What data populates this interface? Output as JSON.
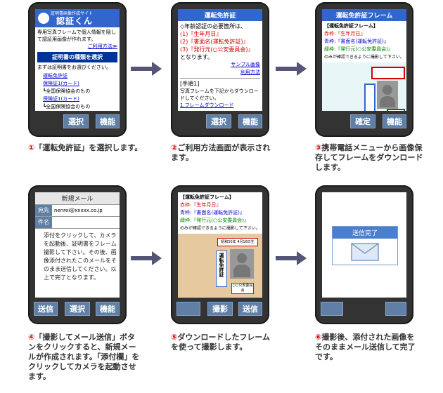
{
  "steps": [
    {
      "caption_num": "①",
      "caption": "「運転免許証」を選択します。",
      "screen": {
        "site_small": "証明書画像作成サイト",
        "logo": "認証くん",
        "intro": "専用写真フレームで個人情報を隠して認証用画像が作れます。",
        "usage_link": "ご利用方法≫",
        "select_bar": "証明書の種類を選択",
        "prompt": "まずは証明書をお選びください。",
        "items": [
          "運転免許証",
          "保険証1(カード)",
          "┗全国保険協会のもの",
          "保険証1(カード)",
          "┗全国保険協会のもの"
        ]
      },
      "keys": [
        "選択",
        "機能"
      ]
    },
    {
      "caption_num": "②",
      "caption": "ご利用方法画面が表示されます。",
      "screen": {
        "title": "運転免許証",
        "lead": "◇年齢認証の必要箇所は、",
        "req1": "(1)『生年月日』",
        "req2": "(2)『書面名(運転免許証)』",
        "req3": "(3)『発行元(○公安委員会)』",
        "tail": "となります。",
        "sample_link": "サンプル画像",
        "usage_link": "利用方法",
        "proc_title": "[手順1]",
        "proc_text": "写真フレームを下記からダウンロードしてください。",
        "dl_link": "1.フレームダウンロード"
      },
      "keys": [
        "選択",
        "機能"
      ]
    },
    {
      "caption_num": "③",
      "caption": "携帯電話メニューから画像保存してフレームをダウンロードします。",
      "screen": {
        "title": "運転免許証フレーム",
        "frame_title": "【運転免許証フレーム】",
        "l1_label": "赤枠:",
        "l1_value": "『生年月日』",
        "l2_label": "青枠:",
        "l2_value": "『書面名(運転免許証)』",
        "l3_label": "緑枠:",
        "l3_value": "『発行元(○公安委員会)』",
        "note": "のみが確認できるように撮影して下さい。"
      },
      "keys": [
        "確定",
        "機能"
      ]
    },
    {
      "caption_num": "④",
      "caption": "「撮影してメール送信」ボタンをクリックすると、新規メールが作成されます。「添付欄」をクリックしてカメラを起動させます。",
      "screen": {
        "title": "新規メール",
        "to_label": "宛先",
        "to_value": "nenrei@xxxxx.co.jp",
        "subject_label": "件名",
        "body": "添付をクリックして、カメラを起動後、証明書をフレーム撮影して下さい。その後、画像添付されたこのメールをそのまま送信してください。以上で完了となります。"
      },
      "keys": [
        "送信",
        "選択",
        "機能"
      ]
    },
    {
      "caption_num": "⑤",
      "caption": "ダウンロードしたフレームを使って撮影します。",
      "screen": {
        "frame_title": "【運転免許証フレーム】",
        "l1_label": "赤枠:",
        "l1_value": "『生年月日』",
        "l2_label": "青枠:",
        "l2_value": "『書面名(運転免許証)』",
        "l3_label": "緑枠:",
        "l3_value": "『発行元(○公安委員会)』",
        "note": "のみが確認できるように撮影して下さい。",
        "birth": "昭和50年 4月16日生",
        "license_vertical": "運転免許証",
        "issuer": "○○公安委員会"
      },
      "keys": [
        "",
        "撮影",
        "送信"
      ]
    },
    {
      "caption_num": "⑥",
      "caption": "撮影後、添付された画像をそのままメール送信して完了です。",
      "screen": {
        "done": "送信完了"
      },
      "keys": [
        "",
        ""
      ]
    }
  ],
  "colors": {
    "softkey": "#5f7fa6",
    "header_blue": "#3366cc",
    "arrow": "#555577"
  }
}
